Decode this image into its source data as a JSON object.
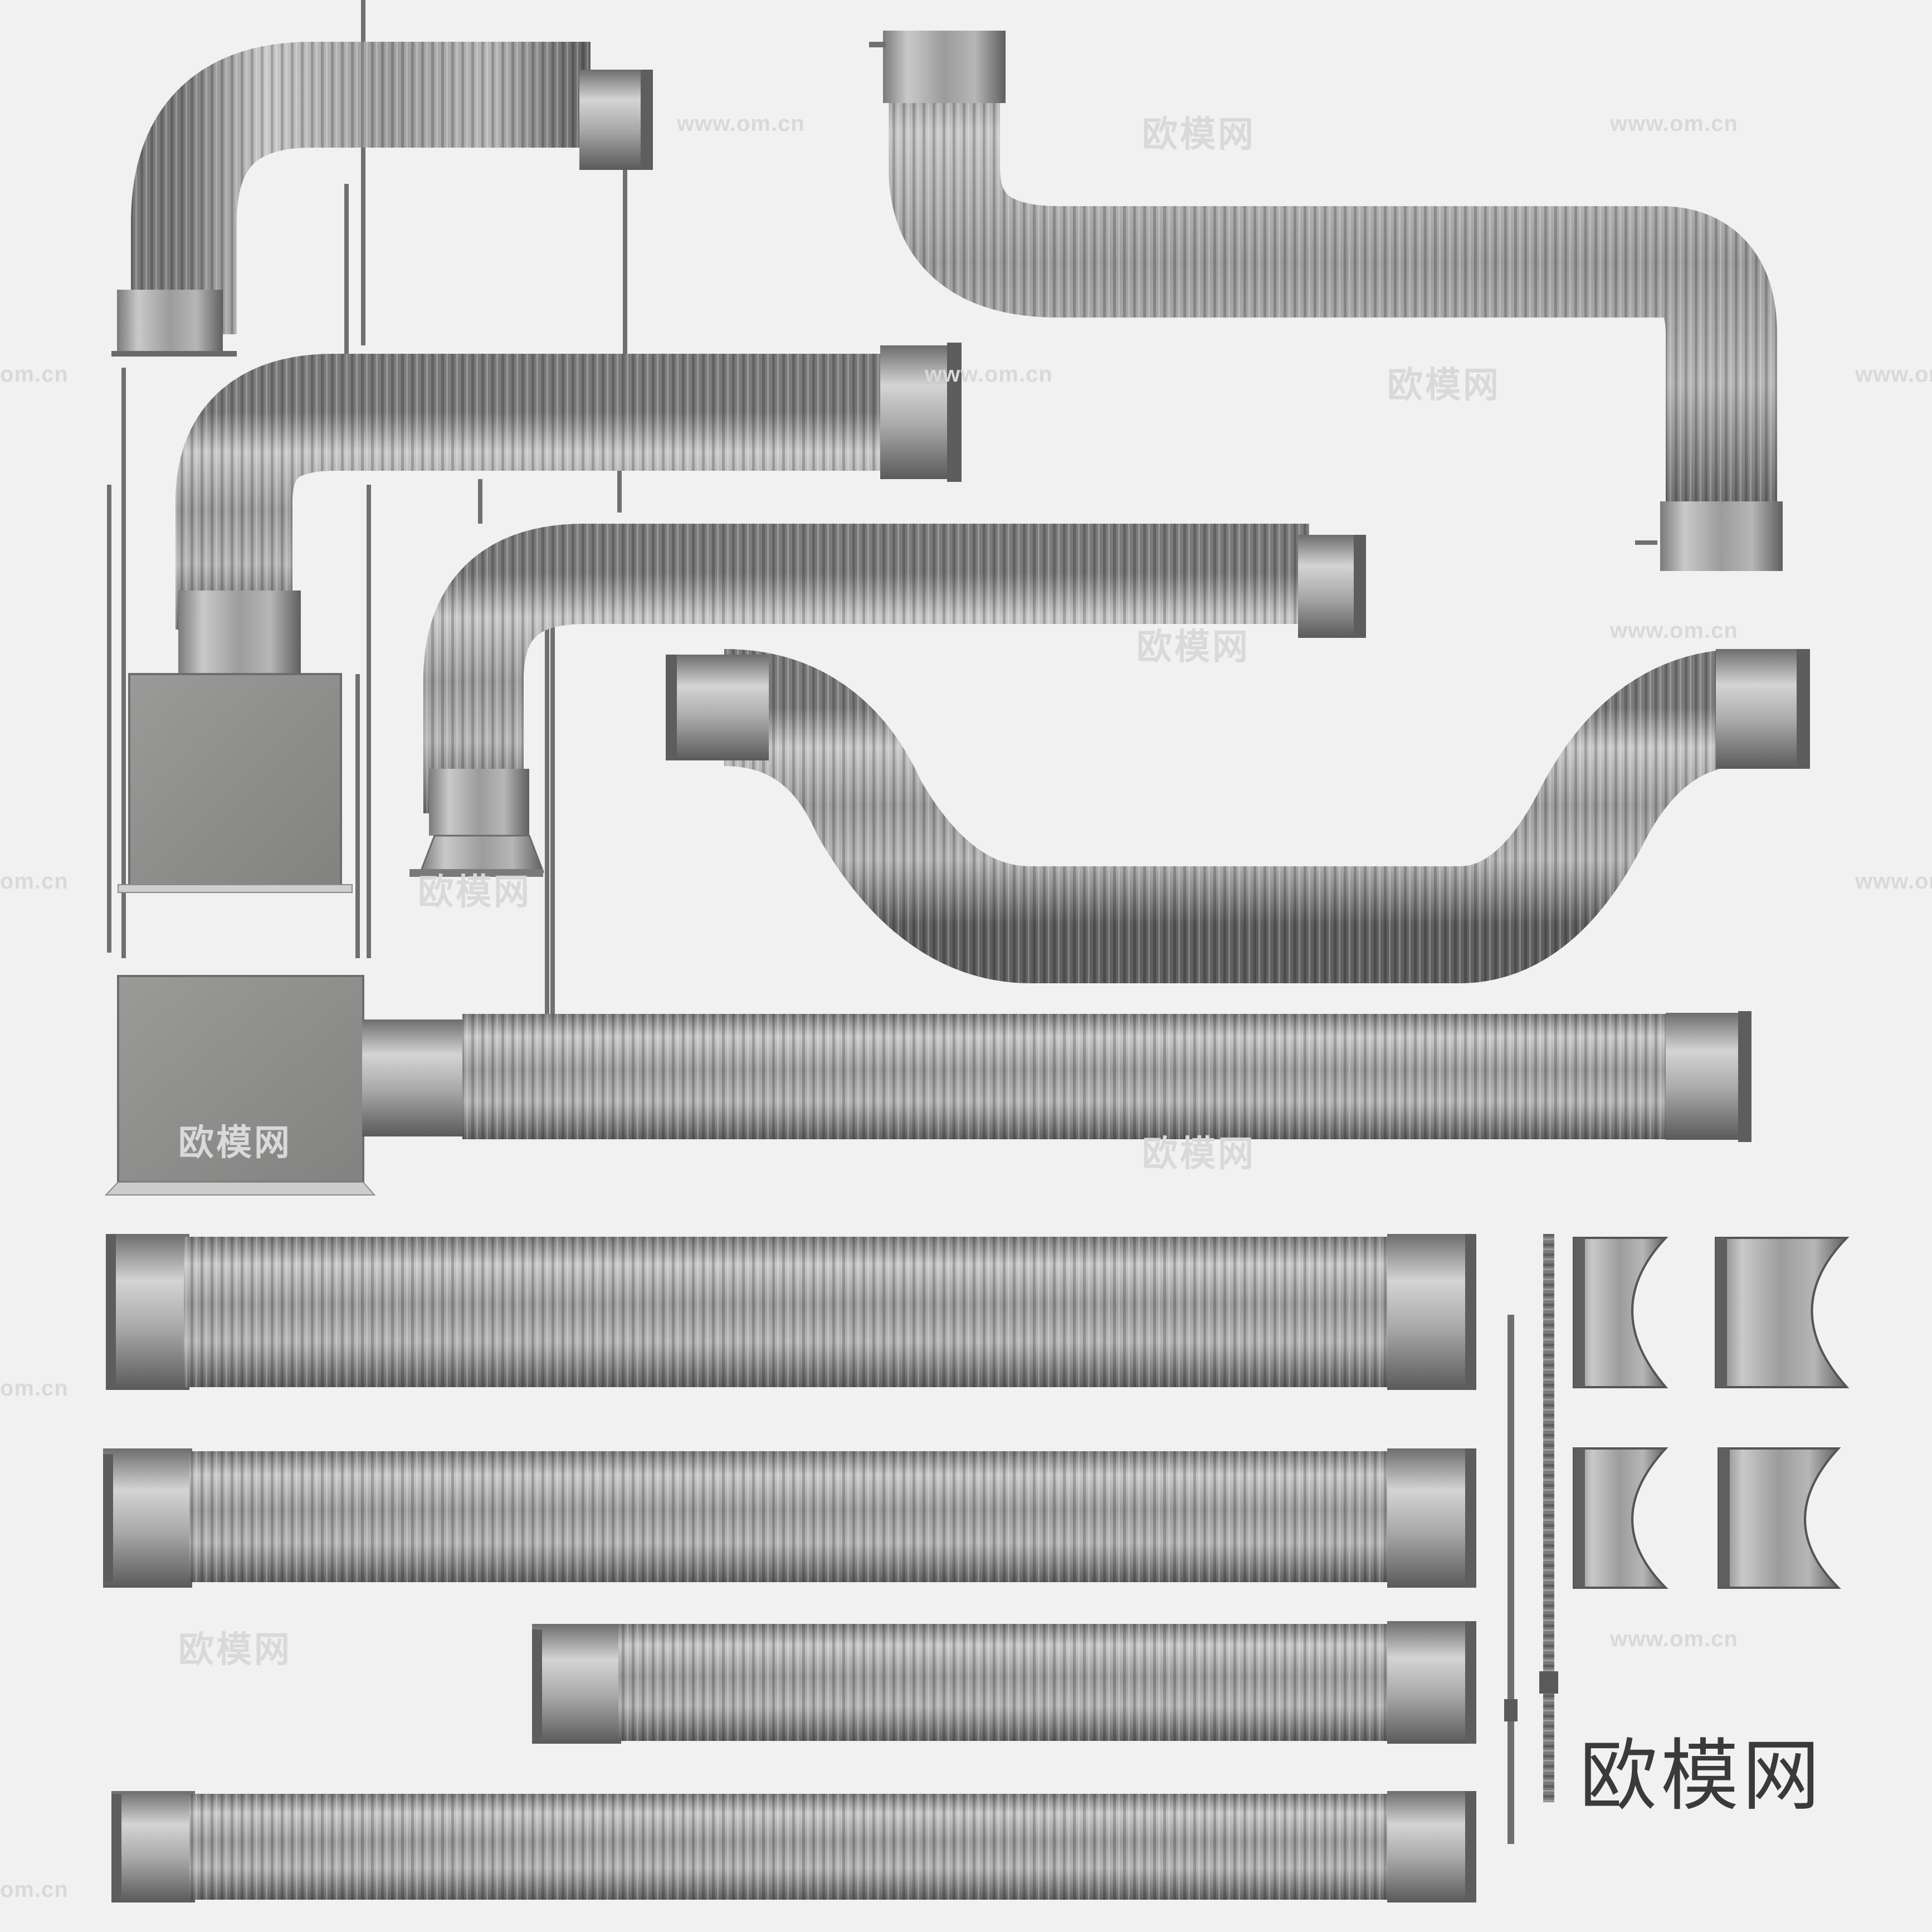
{
  "watermark_brand": "欧模网",
  "watermark_url": "www.om.cn",
  "watermark_url_cut": "om.cn",
  "colors": {
    "background": "#f1f1f1",
    "duct_silver": "#b8b8b8",
    "duct_dark": "#6e6e6e",
    "plenum_box": "#8d8e8c",
    "rod": "#707070"
  },
  "icons": [
    "flexible-duct",
    "plenum-box",
    "duct-collar",
    "hanger-rod",
    "threaded-rod",
    "half-clamp"
  ]
}
